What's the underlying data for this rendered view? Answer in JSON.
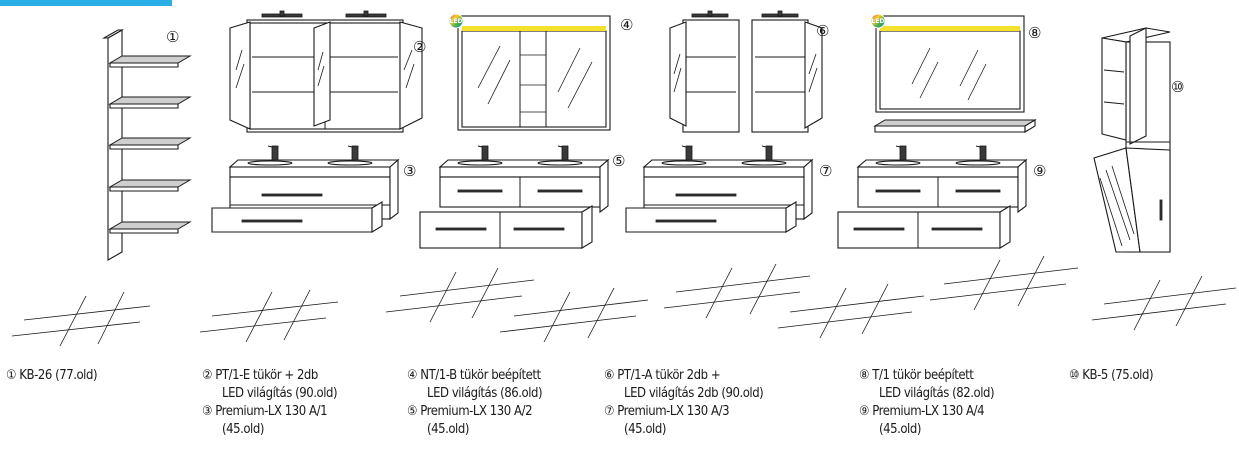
{
  "markers": [
    "①",
    "②",
    "③",
    "④",
    "⑤",
    "⑥",
    "⑦",
    "⑧",
    "⑨",
    "⑩"
  ],
  "led_badge": "LED",
  "colors": {
    "accent": "#29aee6",
    "led_strip": "#f5e02a",
    "ink": "#1a1a1a",
    "shelf_grey": "#cfcfcf"
  },
  "captions": [
    {
      "lines": [
        "① KB-26 (77.old)"
      ]
    },
    {
      "lines": [
        "② PT/1-E tükör + 2db",
        "LED világítás (90.old)",
        "③ Premium-LX 130 A/1",
        "(45.old)"
      ]
    },
    {
      "lines": [
        "④ NT/1-B tükör beépített",
        "LED világítás (86.old)",
        "⑤ Premium-LX 130 A/2",
        "(45.old)"
      ]
    },
    {
      "lines": [
        "⑥ PT/1-A tükör 2db +",
        "LED világítás 2db (90.old)",
        "⑦ Premium-LX 130 A/3",
        "(45.old)"
      ]
    },
    {
      "lines": [
        "⑧ T/1 tükör beépített",
        "LED világítás (82.old)",
        "⑨ Premium-LX 130 A/4",
        "(45.old)"
      ]
    },
    {
      "lines": [
        "⑩ KB-5 (75.old)"
      ]
    }
  ]
}
